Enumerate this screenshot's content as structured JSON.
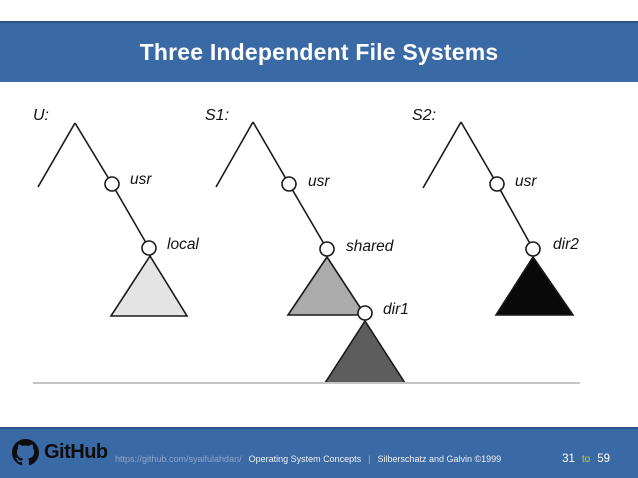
{
  "slide": {
    "title": "Three Independent File Systems"
  },
  "colors": {
    "accent_blue": "#3a6aa5",
    "accent_blue_dark": "#2c5687",
    "divider_gray": "#c4c4c4",
    "page_word_yellow": "#c3cf3e",
    "footer_url_gray": "#93a5c6"
  },
  "diagram": {
    "trees": [
      {
        "label": "U:",
        "nodes": [
          {
            "name": "usr"
          },
          {
            "name": "local",
            "subtree_color": "#e4e4e4"
          }
        ]
      },
      {
        "label": "S1:",
        "nodes": [
          {
            "name": "usr"
          },
          {
            "name": "shared",
            "subtree_color": "#ababab"
          },
          {
            "name": "dir1",
            "subtree_color": "#5d5d5d"
          }
        ]
      },
      {
        "label": "S2:",
        "nodes": [
          {
            "name": "usr"
          },
          {
            "name": "dir2",
            "subtree_color": "#0a0a0a"
          }
        ]
      }
    ]
  },
  "footer": {
    "logo_text": "GitHub",
    "url": "https://github.com/syaifulahdan/",
    "course": "Operating System Concepts",
    "separator": "|",
    "authors": "Silberschatz and Galvin ©1999",
    "page_current": "31",
    "page_word": "to",
    "page_total": "59"
  }
}
